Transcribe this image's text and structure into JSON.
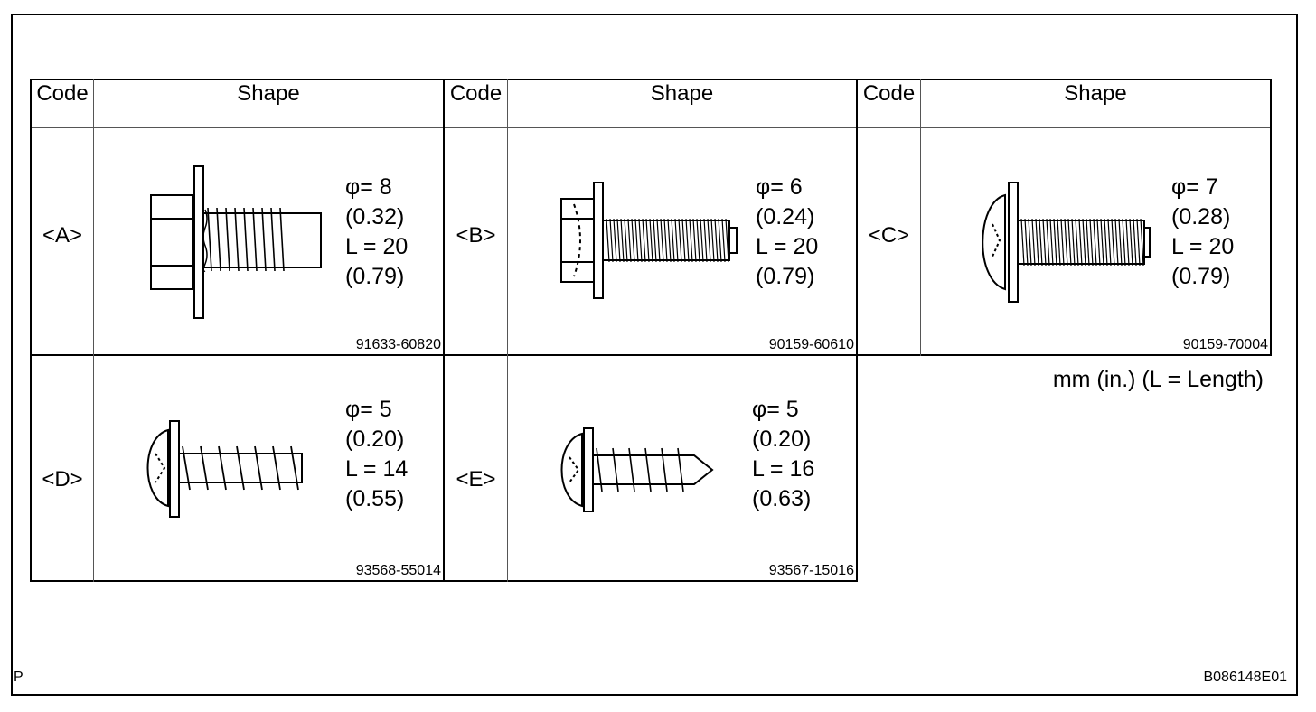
{
  "table": {
    "headers": [
      {
        "code": "Code",
        "shape": "Shape"
      },
      {
        "code": "Code",
        "shape": "Shape"
      },
      {
        "code": "Code",
        "shape": "Shape"
      }
    ],
    "rows": [
      {
        "code": "<A>",
        "phi": "φ= 8",
        "phi_in": "(0.32)",
        "length": "L = 20",
        "length_in": "(0.79)",
        "part_number": "91633-60820"
      },
      {
        "code": "<B>",
        "phi": "φ= 6",
        "phi_in": "(0.24)",
        "length": "L = 20",
        "length_in": "(0.79)",
        "part_number": "90159-60610"
      },
      {
        "code": "<C>",
        "phi": "φ= 7",
        "phi_in": "(0.28)",
        "length": "L = 20",
        "length_in": "(0.79)",
        "part_number": "90159-70004"
      },
      {
        "code": "<D>",
        "phi": "φ= 5",
        "phi_in": "(0.20)",
        "length": "L = 14",
        "length_in": "(0.55)",
        "part_number": "93568-55014"
      },
      {
        "code": "<E>",
        "phi": "φ= 5",
        "phi_in": "(0.20)",
        "length": "L = 16",
        "length_in": "(0.63)",
        "part_number": "93567-15016"
      }
    ]
  },
  "unit_note": "mm (in.) (L = Length)",
  "corner_left": "P",
  "figure_id": "B086148E01",
  "icons": [
    "hex-flange-bolt-icon",
    "hex-washer-bolt-icon",
    "pan-head-washer-bolt-icon",
    "pan-head-screw-icon",
    "tapping-screw-icon"
  ]
}
